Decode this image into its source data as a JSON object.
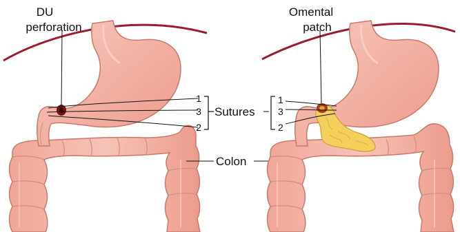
{
  "left_panel": {
    "title_line1": "DU",
    "title_line2": "perforation",
    "suture_numbers": [
      "1",
      "3",
      "2"
    ]
  },
  "right_panel": {
    "title_line1": "Omental",
    "title_line2": "patch",
    "suture_numbers": [
      "1",
      "3",
      "2"
    ]
  },
  "labels": {
    "sutures": "Sutures",
    "colon": "Colon"
  },
  "colors": {
    "tissue": "#f2a99c",
    "tissue_outline": "#c9786c",
    "tissue_highlight": "#f8c8bd",
    "vessel": "#9c1c2a",
    "perforation": "#7a0f18",
    "omentum": "#f3cf5b",
    "omentum_outline": "#c9a23a"
  }
}
